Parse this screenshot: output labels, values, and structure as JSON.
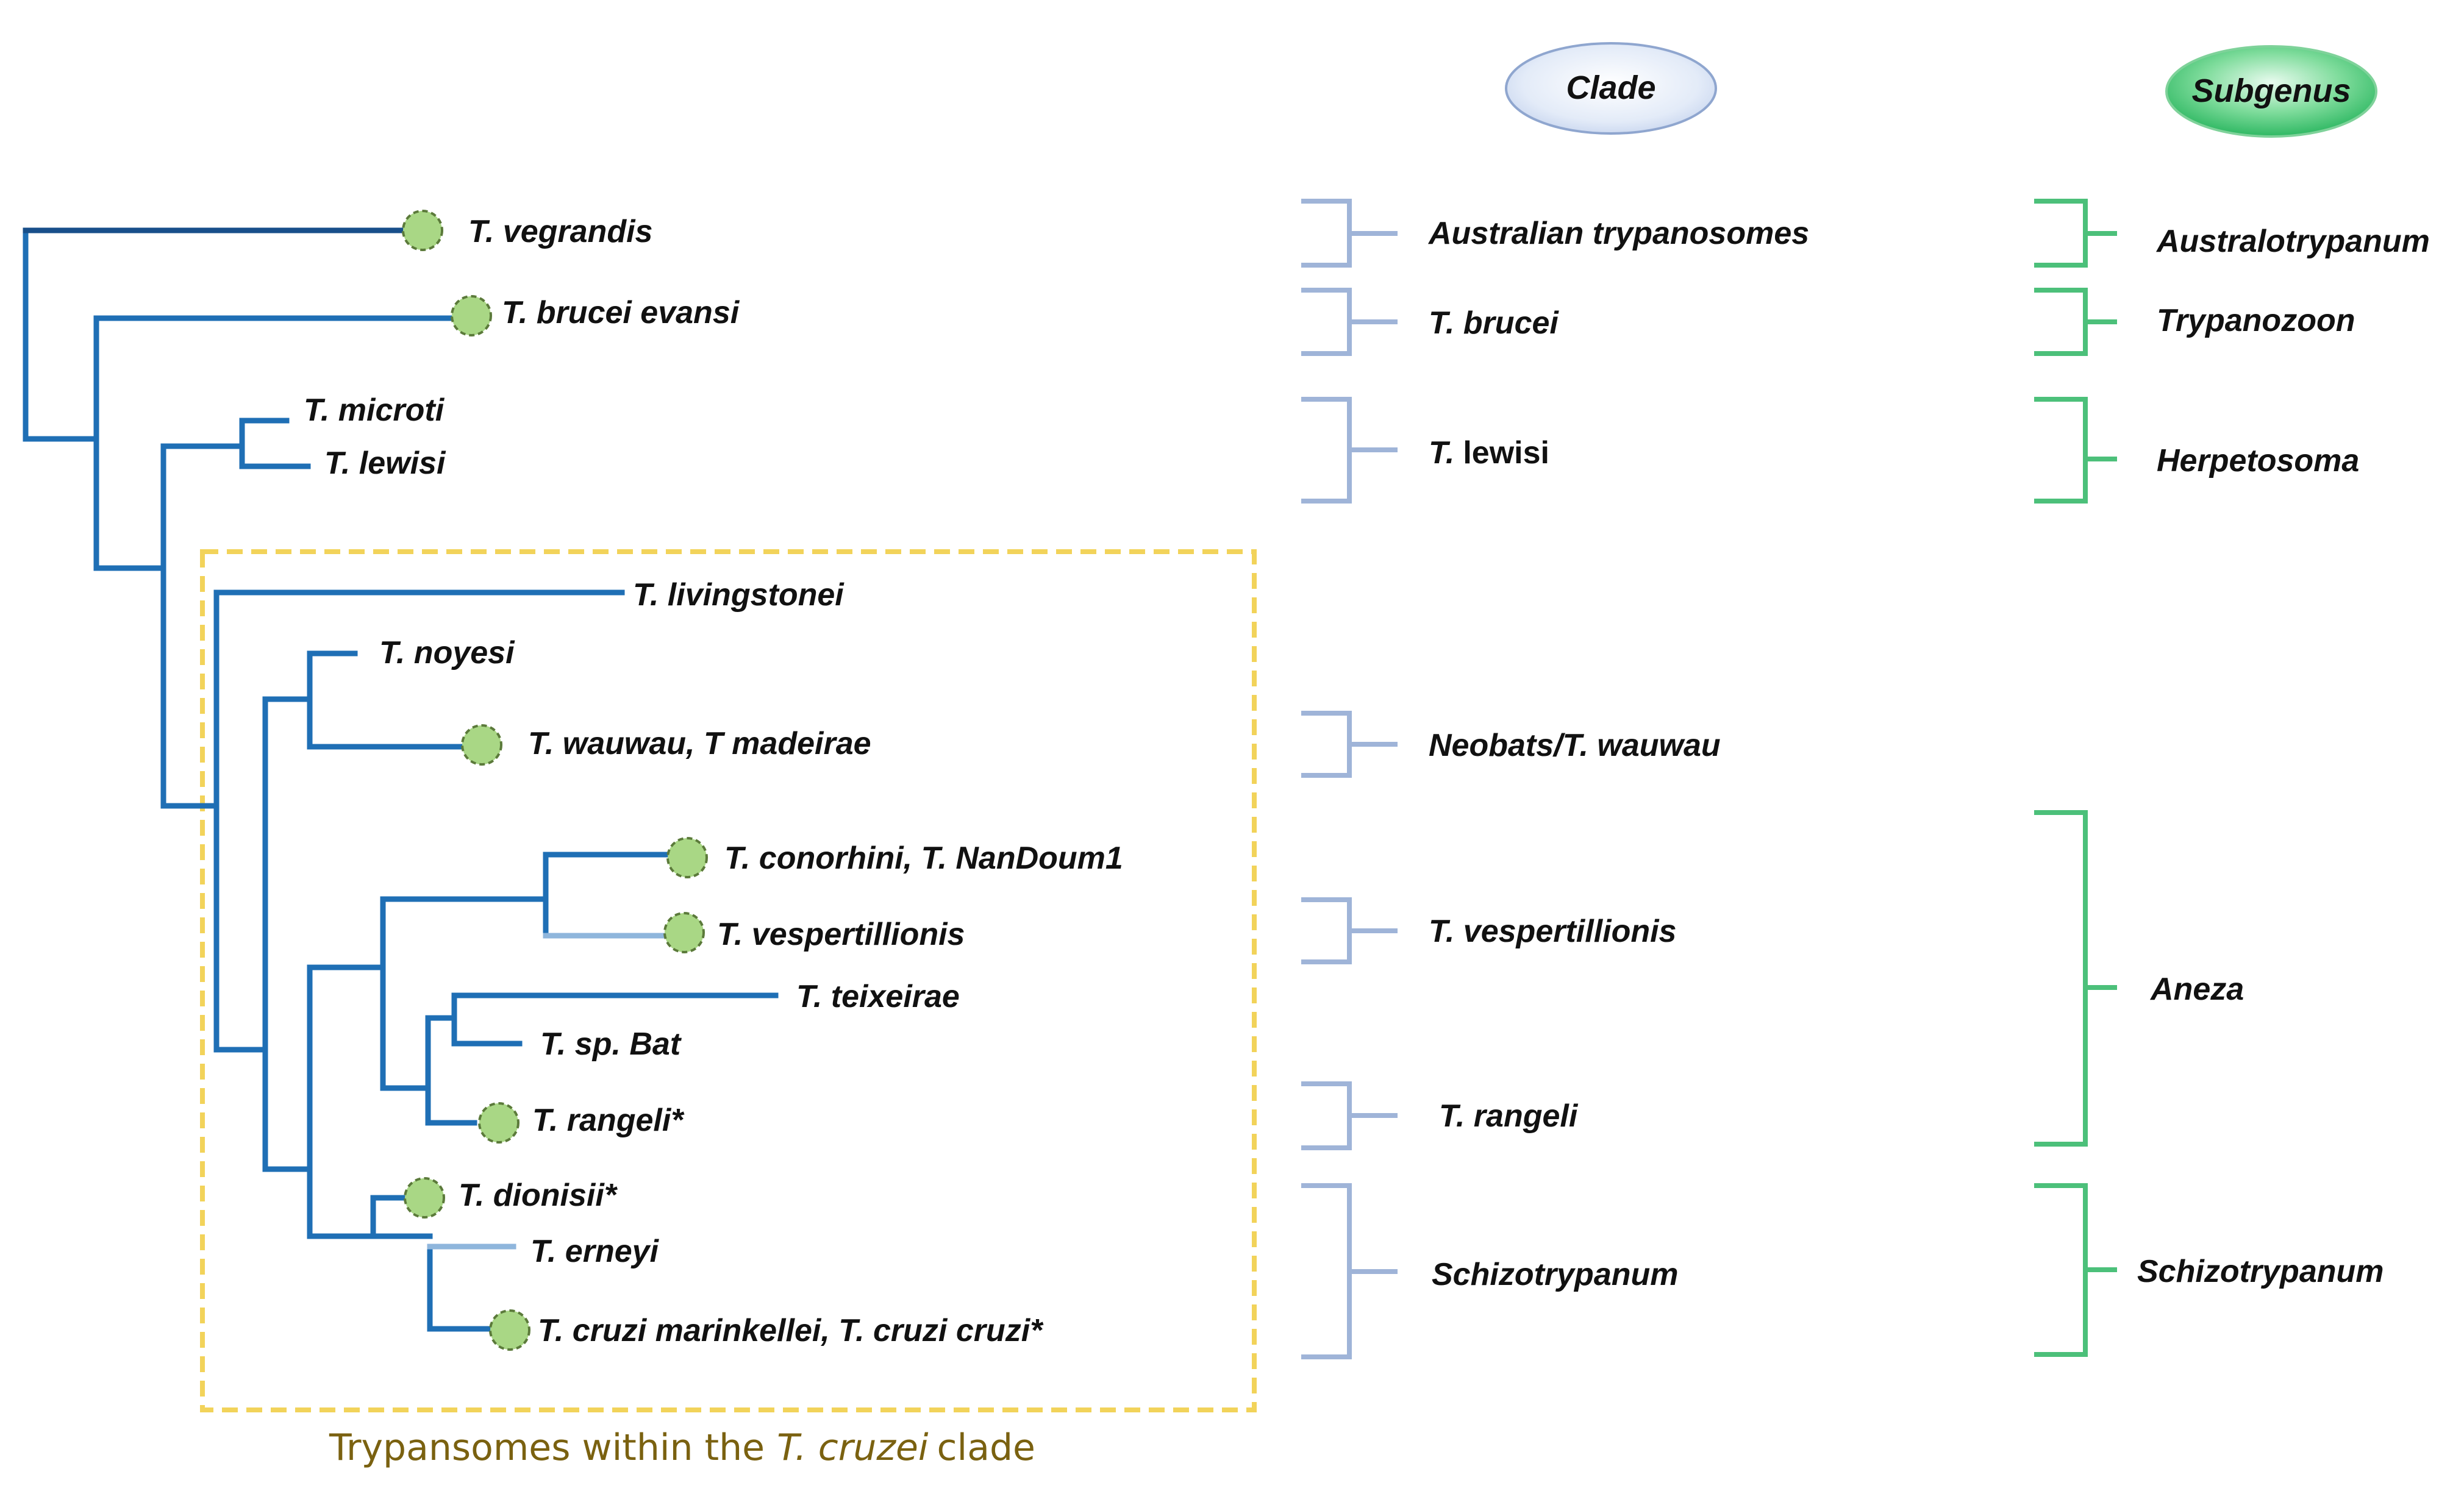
{
  "headers": {
    "clade": "Clade",
    "subgenus": "Subgenus"
  },
  "taxa": [
    {
      "id": "vegrandis",
      "label": "T. vegrandis",
      "marked": true
    },
    {
      "id": "brucei_evansi",
      "label": "T. brucei evansi",
      "marked": true
    },
    {
      "id": "microti",
      "label": "T. microti",
      "marked": false
    },
    {
      "id": "lewisi",
      "label": "T. lewisi",
      "marked": false
    },
    {
      "id": "livingstonei",
      "label": "T. livingstonei",
      "marked": false
    },
    {
      "id": "noyesi",
      "label": "T. noyesi",
      "marked": false
    },
    {
      "id": "wauwau",
      "label": "T. wauwau, T madeirae",
      "marked": true
    },
    {
      "id": "conorhini",
      "label": "T. conorhini, T. NanDoum1",
      "marked": true
    },
    {
      "id": "vespertillionis",
      "label": "T. vespertillionis",
      "marked": true
    },
    {
      "id": "teixeirae",
      "label": "T. teixeirae",
      "marked": false
    },
    {
      "id": "sp_bat",
      "label": "T. sp. Bat",
      "marked": false
    },
    {
      "id": "rangeli",
      "label": "T. rangeli*",
      "marked": true
    },
    {
      "id": "dionisii",
      "label": "T. dionisii*",
      "marked": true
    },
    {
      "id": "erneyi",
      "label": "T. erneyi",
      "marked": false
    },
    {
      "id": "cruzi",
      "label": "T. cruzi marinkellei, T. cruzi cruzi*",
      "marked": true
    }
  ],
  "clades": [
    {
      "id": "australian",
      "label": "Australian trypanosomes"
    },
    {
      "id": "brucei",
      "label": "T. brucei"
    },
    {
      "id": "lewisi_t",
      "label": "T.",
      "label_rest": "lewisi"
    },
    {
      "id": "neobats",
      "label": "Neobats/T. wauwau"
    },
    {
      "id": "vespertillionis",
      "label": "T. vespertillionis"
    },
    {
      "id": "rangeli",
      "label": "T. rangeli"
    },
    {
      "id": "schizo",
      "label": "Schizotrypanum"
    }
  ],
  "subgenera": [
    {
      "id": "australo",
      "label": "Australotrypanum"
    },
    {
      "id": "trypanozoon",
      "label": "Trypanozoon"
    },
    {
      "id": "herpetosoma",
      "label": "Herpetosoma"
    },
    {
      "id": "aneza",
      "label": "Aneza"
    },
    {
      "id": "schizo",
      "label": "Schizotrypanum"
    }
  ],
  "caption": {
    "prefix": "Trypansomes within the",
    "italic": "T. cruzei",
    "suffix": "clade"
  },
  "colors": {
    "tree": "#1f6fb5",
    "tree_dark": "#184f8a",
    "marker_fill": "#a9d785",
    "marker_stroke": "#5b7a3a",
    "clade_bracket": "#9fb4d8",
    "subgenus_bracket": "#4cc07a",
    "highlight_box": "#f2d35a"
  }
}
